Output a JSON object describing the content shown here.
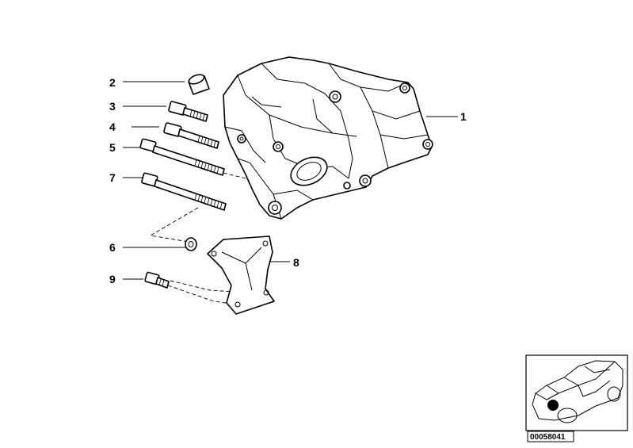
{
  "callouts": [
    {
      "id": "1",
      "label": "1"
    },
    {
      "id": "2",
      "label": "2"
    },
    {
      "id": "3",
      "label": "3"
    },
    {
      "id": "4",
      "label": "4"
    },
    {
      "id": "5",
      "label": "5"
    },
    {
      "id": "6",
      "label": "6"
    },
    {
      "id": "7",
      "label": "7"
    },
    {
      "id": "8",
      "label": "8"
    },
    {
      "id": "9",
      "label": "9"
    }
  ],
  "reference": {
    "code": "00058041"
  }
}
